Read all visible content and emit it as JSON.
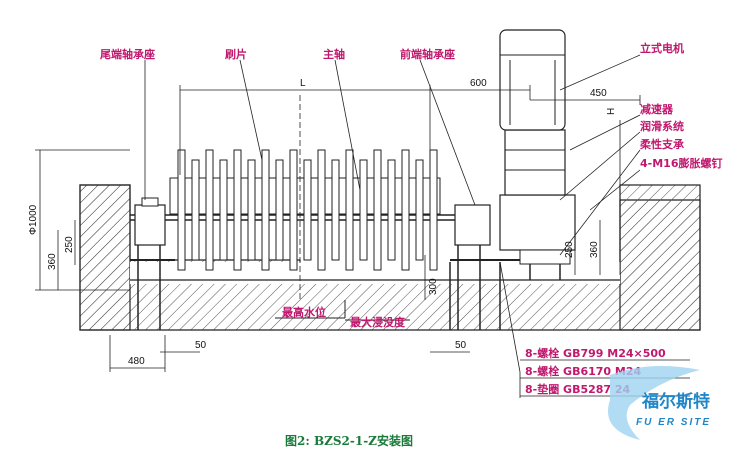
{
  "labels": {
    "tail_bearing": "尾端轴承座",
    "brush": "刷片",
    "main_shaft": "主轴",
    "front_bearing": "前端轴承座",
    "motor": "立式电机",
    "reducer": "减速器",
    "lubrication": "润滑系统",
    "flexible_support": "柔性支承",
    "expansion_bolt": "4-M16膨胀螺钉",
    "max_water_level": "最高水位",
    "max_immersion": "最大浸没度"
  },
  "dimensions": {
    "L": "L",
    "d600": "600",
    "d450": "450",
    "H": "H",
    "phi1000": "Φ1000",
    "d360_left": "360",
    "d250_left": "250",
    "d300": "300",
    "d250_right": "250",
    "d360_right": "360",
    "d480": "480",
    "d50_left": "50",
    "d50_right": "50"
  },
  "parts_list": [
    "8-螺栓 GB799 M24×500",
    "8-螺栓 GB6170 M24",
    "8-垫圈 GB5287 24"
  ],
  "caption": "图2: BZS2-1-Z安装图",
  "logo": {
    "cn": "福尔斯特",
    "en": "FU ER SITE"
  }
}
